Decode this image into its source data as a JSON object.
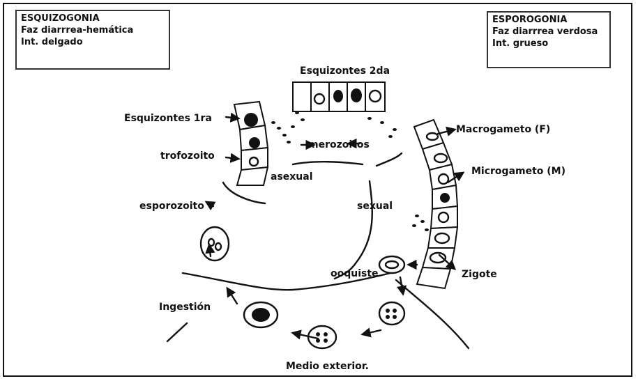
{
  "left_box": {
    "title": "ESQUIZOGONIA",
    "line1": "Faz diarrrea-hemática",
    "line2": "Int. delgado"
  },
  "right_box": {
    "title": "ESPOROGONIA",
    "line1": "Faz diarrrea verdosa",
    "line2": "Int. grueso"
  },
  "labels": {
    "esquizontes_2da": "Esquizontes 2da",
    "esquizontes_1ra": "Esquizontes 1ra",
    "merozoitos": "merozoitos",
    "trofozoito": "trofozoito",
    "asexual": "asexual",
    "esporozoito": "esporozoito",
    "sexual": "sexual",
    "macrogameto": "Macrogameto (F)",
    "microgameto": "Microgameto (M)",
    "zigote": "Zigote",
    "ooquiste": "ooquiste",
    "ingestion": "Ingestión",
    "medio_exterior": "Medio exterior."
  }
}
